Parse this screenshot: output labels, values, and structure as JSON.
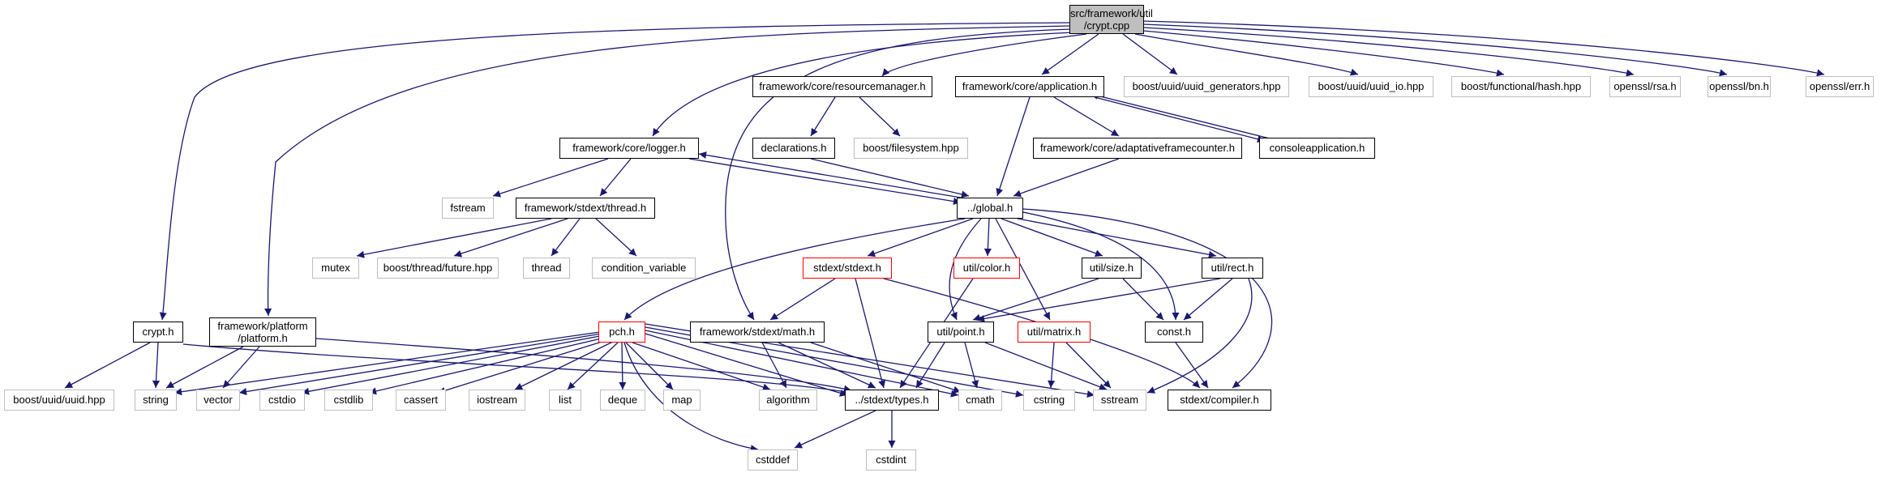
{
  "graph": {
    "root_line1": "src/framework/util",
    "root_line2": "/crypt.cpp",
    "platform_line1": "framework/platform",
    "platform_line2": "/platform.h",
    "nodes": {
      "resourcemanager": "framework/core/resourcemanager.h",
      "application": "framework/core/application.h",
      "uuid_generators": "boost/uuid/uuid_generators.hpp",
      "uuid_io": "boost/uuid/uuid_io.hpp",
      "hash": "boost/functional/hash.hpp",
      "rsa": "openssl/rsa.h",
      "bn": "openssl/bn.h",
      "err": "openssl/err.h",
      "logger": "framework/core/logger.h",
      "declarations": "declarations.h",
      "filesystem": "boost/filesystem.hpp",
      "adaptativeframecounter": "framework/core/adaptativeframecounter.h",
      "consoleapplication": "consoleapplication.h",
      "fstream": "fstream",
      "thread_h": "framework/stdext/thread.h",
      "global": "../global.h",
      "mutex": "mutex",
      "future": "boost/thread/future.hpp",
      "thread": "thread",
      "condition_variable": "condition_variable",
      "stdext": "stdext/stdext.h",
      "color": "util/color.h",
      "size": "util/size.h",
      "rect": "util/rect.h",
      "crypt_h": "crypt.h",
      "pch": "pch.h",
      "math": "framework/stdext/math.h",
      "point": "util/point.h",
      "matrix": "util/matrix.h",
      "const": "const.h",
      "uuid_hpp": "boost/uuid/uuid.hpp",
      "string": "string",
      "vector": "vector",
      "cstdio": "cstdio",
      "cstdlib": "cstdlib",
      "cassert": "cassert",
      "iostream": "iostream",
      "list": "list",
      "deque": "deque",
      "map": "map",
      "algorithm": "algorithm",
      "types": "../stdext/types.h",
      "cmath": "cmath",
      "cstring": "cstring",
      "sstream": "sstream",
      "compiler": "stdext/compiler.h",
      "cstddef": "cstddef",
      "cstdint": "cstdint"
    }
  },
  "colors": {
    "edge": "#191970",
    "local_border": "#000000",
    "system_border": "#bfbfbf",
    "undocumented_border": "#ff0000",
    "root_fill": "#bfbfbf"
  }
}
